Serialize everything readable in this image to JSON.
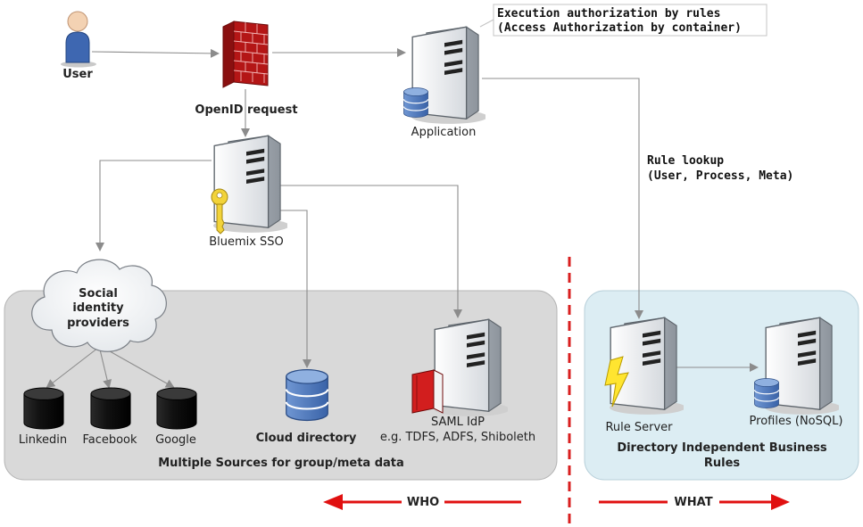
{
  "nodes": {
    "user": "User",
    "openid_request": "OpenID request",
    "application": "Application",
    "bluemix_sso": "Bluemix SSO",
    "social": [
      "Social",
      "identity",
      "providers"
    ],
    "linkedin": "Linkedin",
    "facebook": "Facebook",
    "google": "Google",
    "cloud_directory": "Cloud directory",
    "saml_idp": "SAML IdP",
    "saml_examples": "e.g. TDFS, ADFS, Shiboleth",
    "rule_server": "Rule Server",
    "profiles": "Profiles (NoSQL)"
  },
  "callout": {
    "line1": "Execution authorization by rules",
    "line2": "(Access Authorization by container)"
  },
  "rule_lookup": {
    "line1": "Rule lookup",
    "line2": "(User, Process, Meta)"
  },
  "groups": {
    "left_label": "Multiple Sources for group/meta data",
    "right_label_1": "Directory Independent Business",
    "right_label_2": "Rules"
  },
  "arrows": {
    "who": "WHO",
    "what": "WHAT"
  },
  "colors": {
    "left_group": "#d9d9d9",
    "right_group": "#dcedf3",
    "divider": "#d91f1f",
    "arrow_red": "#e01010",
    "connector": "#8c8c8c"
  }
}
